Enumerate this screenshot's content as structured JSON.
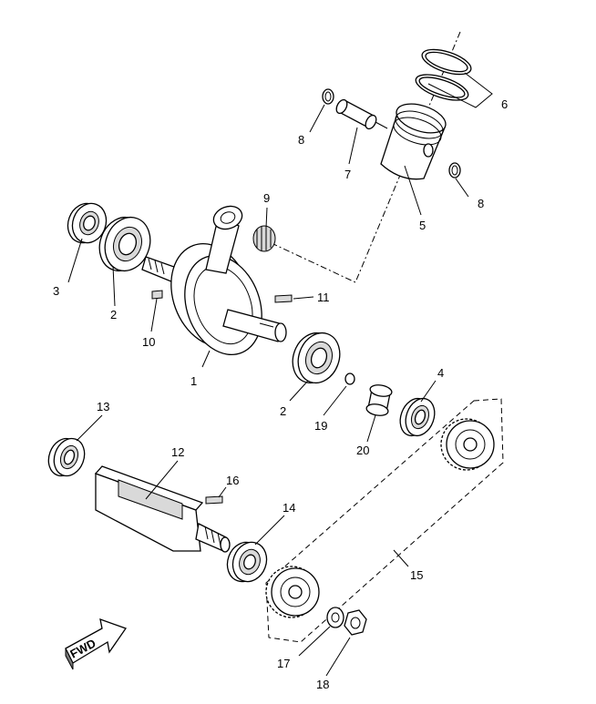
{
  "callouts": [
    {
      "id": "c1",
      "text": "1"
    },
    {
      "id": "c2a",
      "text": "2"
    },
    {
      "id": "c2b",
      "text": "2"
    },
    {
      "id": "c3",
      "text": "3"
    },
    {
      "id": "c4",
      "text": "4"
    },
    {
      "id": "c5",
      "text": "5"
    },
    {
      "id": "c6",
      "text": "6"
    },
    {
      "id": "c7",
      "text": "7"
    },
    {
      "id": "c8a",
      "text": "8"
    },
    {
      "id": "c8b",
      "text": "8"
    },
    {
      "id": "c9",
      "text": "9"
    },
    {
      "id": "c10",
      "text": "10"
    },
    {
      "id": "c11",
      "text": "11"
    },
    {
      "id": "c12",
      "text": "12"
    },
    {
      "id": "c13",
      "text": "13"
    },
    {
      "id": "c14",
      "text": "14"
    },
    {
      "id": "c15",
      "text": "15"
    },
    {
      "id": "c16",
      "text": "16"
    },
    {
      "id": "c17",
      "text": "17"
    },
    {
      "id": "c18",
      "text": "18"
    },
    {
      "id": "c19",
      "text": "19"
    },
    {
      "id": "c20",
      "text": "20"
    }
  ],
  "direction_badge": {
    "text": "FWD"
  }
}
